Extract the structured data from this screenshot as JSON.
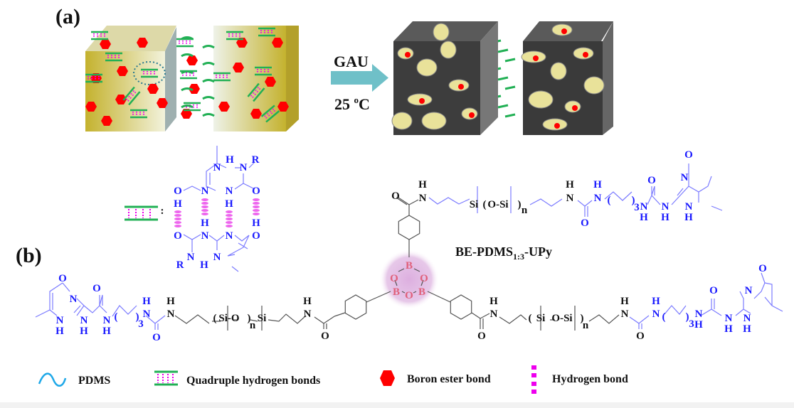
{
  "panel_a": {
    "label": "(a)",
    "arrow_label_top": "GAU",
    "arrow_label_bottom_value": "25 ",
    "arrow_label_bottom_sup": "o",
    "arrow_label_bottom_unit": "C"
  },
  "panel_b": {
    "label": "(b)",
    "polymer_name_main": "BE-PDMS",
    "polymer_name_sub": "1:3",
    "polymer_name_suffix": "-UPy"
  },
  "atoms": {
    "N": "N",
    "H": "H",
    "O": "O",
    "Si": "Si",
    "B": "B",
    "R": "R",
    "n": "n",
    "3": "3",
    "SiO": "Si-O",
    "OSi": "O-Si",
    "lp": "(",
    "rp": ")",
    "colon": ":"
  },
  "legend": [
    {
      "icon": "pdms-wave-icon",
      "label": "PDMS"
    },
    {
      "icon": "quadruple-hydrogen-bond-icon",
      "label": "Quadruple hydrogen bonds"
    },
    {
      "icon": "boron-ester-hexagon-icon",
      "label": "Boron ester bond"
    },
    {
      "icon": "hydrogen-bond-dashes-icon",
      "label": "Hydrogen bond"
    }
  ],
  "colors": {
    "upy": "#1a1aff",
    "boroxine": "#e0607a",
    "glow": "#d9a6dc",
    "boron_ester": "#ff0000",
    "hbond": "#ee00ee",
    "ladder": "#22b055",
    "pdms": "#1ea8e8",
    "arrow": "#6fc0c8",
    "gel": "#c8b33a"
  }
}
